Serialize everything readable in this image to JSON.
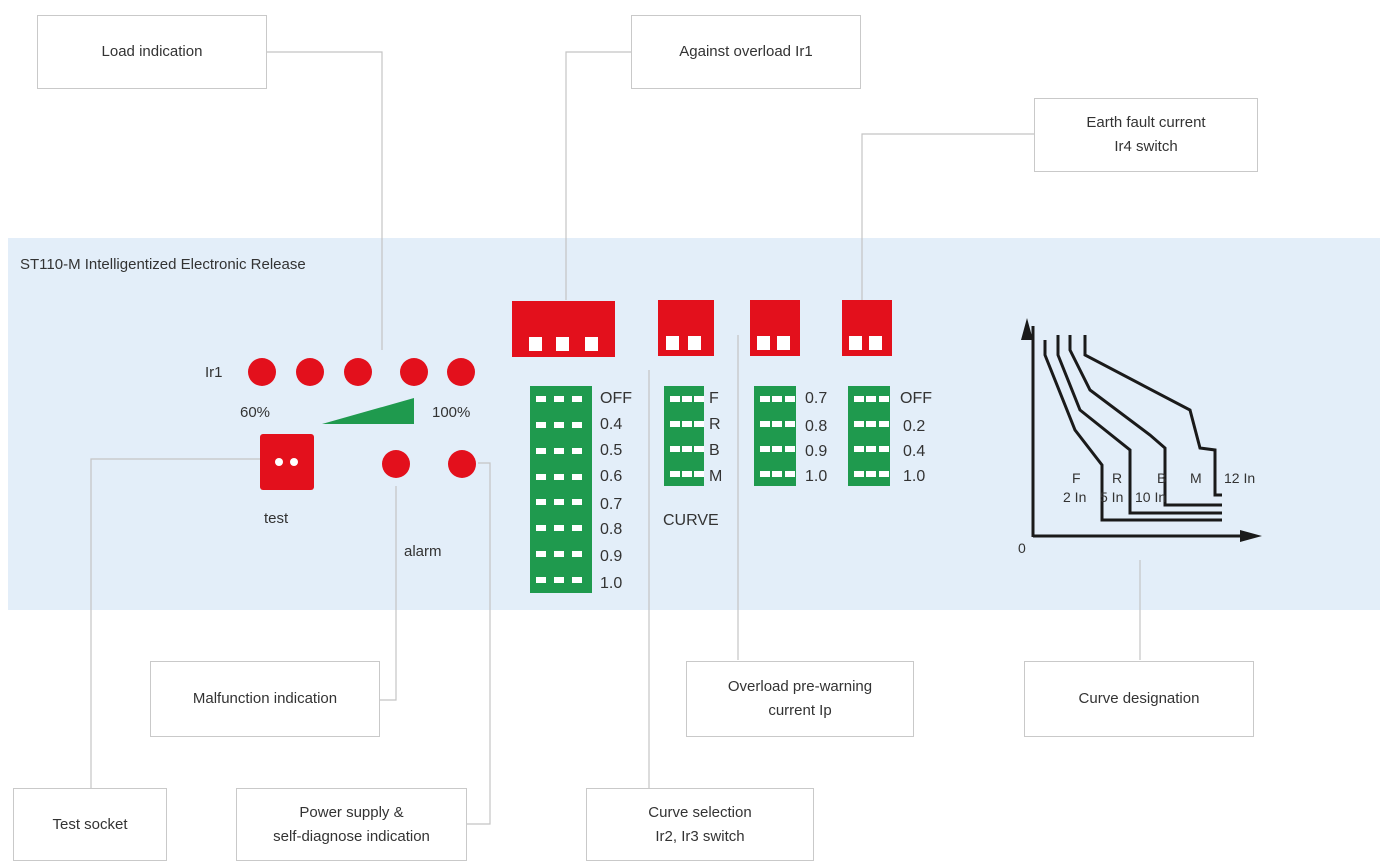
{
  "panel": {
    "title": "ST110-M Intelligentized Electronic Release"
  },
  "callouts": {
    "load_indication": "Load indication",
    "against_overload": "Against overload  Ir1",
    "earth_fault": "Earth fault current\nIr4 switch",
    "malfunction": "Malfunction indication",
    "overload_prewarning": "Overload pre-warning\ncurrent Ip",
    "curve_designation": "Curve designation",
    "test_socket": "Test socket",
    "power_supply": "Power supply &\nself-diagnose indication",
    "curve_selection": "Curve selection\nIr2, Ir3 switch"
  },
  "load": {
    "ir_label": "Ir1",
    "low": "60%",
    "high": "100%"
  },
  "test": {
    "label": "test"
  },
  "alarm": {
    "label": "alarm"
  },
  "ir1_switch": {
    "levels": [
      "OFF",
      "0.4",
      "0.5",
      "0.6",
      "0.7",
      "0.8",
      "0.9",
      "1.0"
    ]
  },
  "curve_switch": {
    "levels": [
      "F",
      "R",
      "B",
      "M"
    ],
    "label": "CURVE"
  },
  "ip_switch": {
    "levels": [
      "0.7",
      "0.8",
      "0.9",
      "1.0"
    ]
  },
  "ir4_switch": {
    "levels": [
      "OFF",
      "0.2",
      "0.4",
      "1.0"
    ]
  },
  "curve_chart": {
    "origin": "0",
    "labels": [
      "F",
      "R",
      "B",
      "M"
    ],
    "multiples": [
      "2 In",
      "5 In",
      "10 In",
      "12 In"
    ]
  },
  "colors": {
    "red": "#e3101c",
    "green": "#1f9a4e",
    "panel": "#e3eef9"
  }
}
